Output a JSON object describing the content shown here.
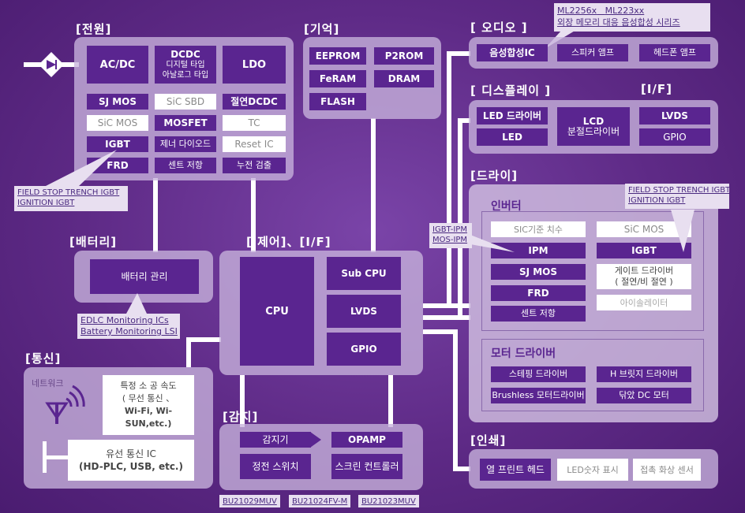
{
  "sections": {
    "power": "[전원]",
    "memory": "[기억]",
    "audio": "[ 오디오 ]",
    "display": "[ 디스플레이 ]",
    "display_if": "[I/F]",
    "drive": "[드라이]",
    "battery": "[배터리]",
    "control": "[ 제어]、[I/F]",
    "comm": "[통신]",
    "sense": "[감지]",
    "print": "[인쇄]"
  },
  "power": {
    "acdc": "AC/DC",
    "dcdc_title": "DCDC",
    "dcdc_sub1": "디지털 타입",
    "dcdc_sub2": "아날로그 타입",
    "ldo": "LDO",
    "sjmos": "SJ MOS",
    "sicsbd": "SiC SBD",
    "iso_dcdc": "절연DCDC",
    "sicmos": "SiC MOS",
    "mosfet": "MOSFET",
    "tc": "TC",
    "igbt": "IGBT",
    "zener": "제너 다이오드",
    "reset": "Reset IC",
    "frd": "FRD",
    "shunt": "센트 저항",
    "leak": "누전 검출"
  },
  "power_note": [
    "FIELD STOP TRENCH IGBT",
    "IGNITION IGBT"
  ],
  "memory": {
    "eeprom": "EEPROM",
    "p2rom": "P2ROM",
    "feram": "FeRAM",
    "dram": "DRAM",
    "flash": "FLASH"
  },
  "audio": {
    "voice": "음성합성IC",
    "speaker": "스피커 앰프",
    "headphone": "헤드폰 앰프"
  },
  "audio_note": {
    "line1a": "ML2256x",
    "line1b": "ML223xx",
    "line2": "외장 메모리 대응 음성합성 시리즈"
  },
  "display": {
    "led_driver": "LED 드라이버",
    "led": "LED",
    "lcd1": "LCD",
    "lcd2": "분절드라이버",
    "lvds": "LVDS",
    "gpio": "GPIO"
  },
  "drive": {
    "inverter": "인버터",
    "sic_std": "SIC기준 치수",
    "sic_mos": "SiC MOS",
    "ipm": "IPM",
    "igbt": "IGBT",
    "sjmos": "SJ MOS",
    "gate1": "게이트 드라이버",
    "gate2": "( 절연/비 절연 )",
    "frd": "FRD",
    "isolator": "아이솔레이터",
    "shunt": "센트 저항",
    "motor": "모터 드라이버",
    "stepping": "스테핑 드라이버",
    "hbridge": "H 브릿지 드라이버",
    "brushless": "Brushless 모터드라이버",
    "brushed": "닦았 DC 모터"
  },
  "drive_note": [
    "FIELD STOP TRENCH IGBT",
    "IGNITION IGBT"
  ],
  "ipm_note": [
    "IGBT-IPM",
    "MOS-IPM"
  ],
  "battery": {
    "mgmt": "배터리 관리"
  },
  "battery_note": [
    "EDLC Monitoring ICs",
    "Battery Monitoring LSI"
  ],
  "control": {
    "cpu": "CPU",
    "subcpu": "Sub CPU",
    "lvds": "LVDS",
    "gpio": "GPIO"
  },
  "comm": {
    "network": "네트워크",
    "wireless1": "특정 소 공 속도",
    "wireless2": "( 무선 통신 、",
    "wireless3": "Wi-Fi, Wi-SUN,etc.)",
    "wired1": "유선 통신 IC",
    "wired2": "(HD-PLC, USB, etc.)"
  },
  "sense": {
    "sensor": "감지기",
    "opamp": "OPAMP",
    "cap": "정전 스위치",
    "screen": "스크린 컨트롤러"
  },
  "sense_notes": [
    "BU21029MUV",
    "BU21024FV-M",
    "BU21023MUV"
  ],
  "print": {
    "thermal": "열 프린트 헤드",
    "led7": "LED숫자 표시",
    "contact": "접촉 화상 센서"
  },
  "colors": {
    "background": "#5e2a86",
    "block": "#5a2590",
    "panel": "#c8b4dc"
  }
}
